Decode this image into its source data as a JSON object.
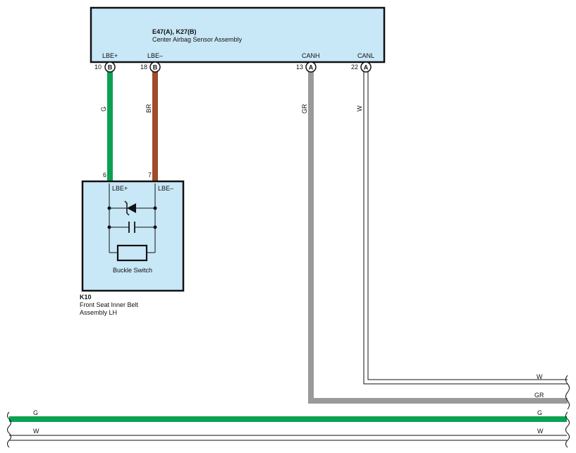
{
  "colors": {
    "box_fill": "#c8e7f7",
    "green_wire": "#0aa152",
    "brown_wire": "#a24b2a",
    "gray_wire": "#9a9a9a",
    "white_wire": "#ffffff"
  },
  "ecu": {
    "code": "E47(A), K27(B)",
    "name": "Center Airbag Sensor Assembly",
    "pins": [
      {
        "label": "LBE+",
        "num": "10",
        "conn": "B"
      },
      {
        "label": "LBE–",
        "num": "18",
        "conn": "B"
      },
      {
        "label": "CANH",
        "num": "13",
        "conn": "A"
      },
      {
        "label": "CANL",
        "num": "22",
        "conn": "A"
      }
    ]
  },
  "wires": {
    "lbe_plus": "G",
    "lbe_minus": "BR",
    "canh": "GR",
    "canl": "W"
  },
  "component": {
    "code": "K10",
    "name_line1": "Front Seat Inner Belt",
    "name_line2": "Assembly LH",
    "pin1_num": "6",
    "pin2_num": "7",
    "pin1_label": "LBE+",
    "pin2_label": "LBE–",
    "switch_label": "Buckle Switch"
  },
  "bus": {
    "w_top": "W",
    "gr": "GR",
    "g_left": "G",
    "g_right": "G",
    "w_left": "W",
    "w_right": "W"
  }
}
